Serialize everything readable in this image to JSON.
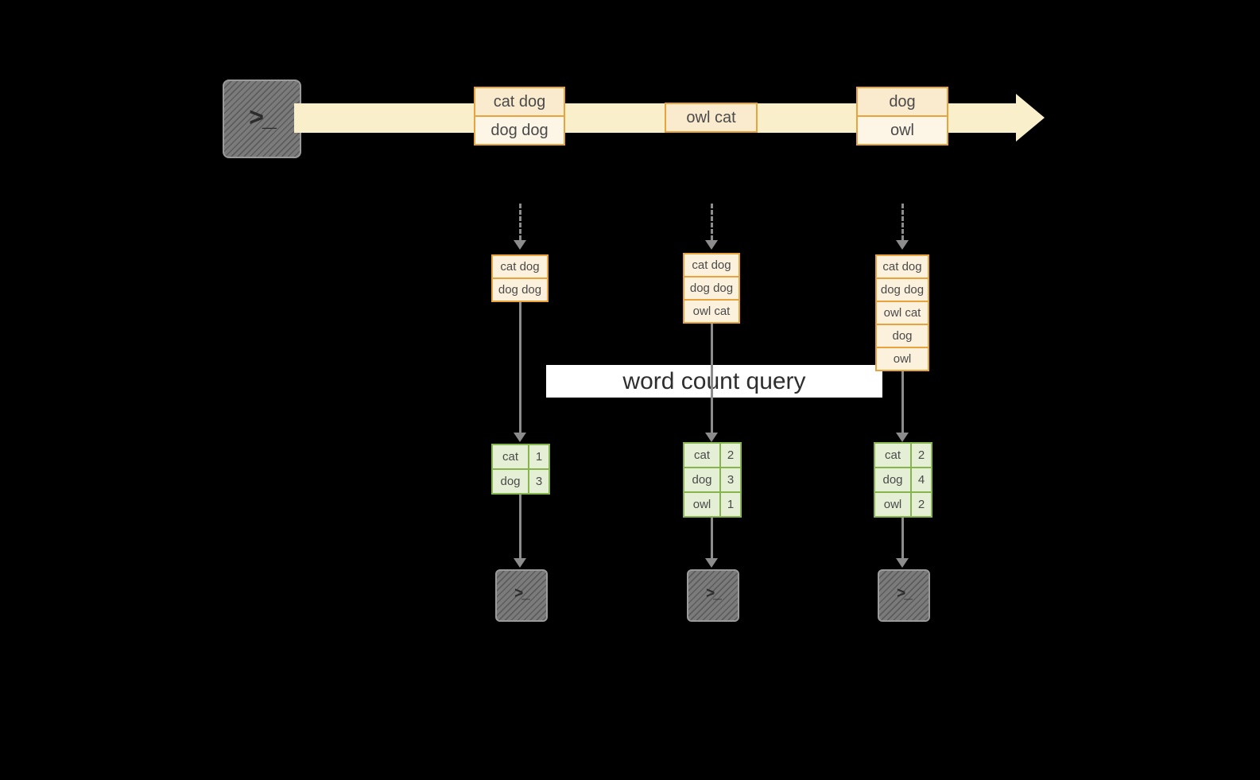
{
  "colors": {
    "background": "#000000",
    "stream_fill": "#faefcb",
    "event_border": "#e8a33d",
    "event_fill": "#fcf1dc",
    "event_fill_strong": "#faebce",
    "event_fill_light": "#fdf5e6",
    "table_border": "#85b54c",
    "table_fill": "#e4efd5",
    "arrow_gray": "#8c8c8c",
    "terminal_fill": "#7b7b7b",
    "query_band_bg": "#ffffff",
    "query_text": "#2e2e2e",
    "text_dark": "#4a4a4a"
  },
  "icons": {
    "prompt": ">_"
  },
  "query_label": "word count query",
  "stream": {
    "events": [
      {
        "lines": [
          "cat dog",
          "dog dog"
        ]
      },
      {
        "lines": [
          "owl cat"
        ]
      },
      {
        "lines": [
          "dog",
          "owl"
        ]
      }
    ]
  },
  "columns": [
    {
      "accumulated": [
        "cat dog",
        "dog dog"
      ],
      "counts": [
        {
          "word": "cat",
          "count": "1"
        },
        {
          "word": "dog",
          "count": "3"
        }
      ]
    },
    {
      "accumulated": [
        "cat dog",
        "dog dog",
        "owl cat"
      ],
      "counts": [
        {
          "word": "cat",
          "count": "2"
        },
        {
          "word": "dog",
          "count": "3"
        },
        {
          "word": "owl",
          "count": "1"
        }
      ]
    },
    {
      "accumulated": [
        "cat dog",
        "dog dog",
        "owl cat",
        "dog",
        "owl"
      ],
      "counts": [
        {
          "word": "cat",
          "count": "2"
        },
        {
          "word": "dog",
          "count": "4"
        },
        {
          "word": "owl",
          "count": "2"
        }
      ]
    }
  ]
}
